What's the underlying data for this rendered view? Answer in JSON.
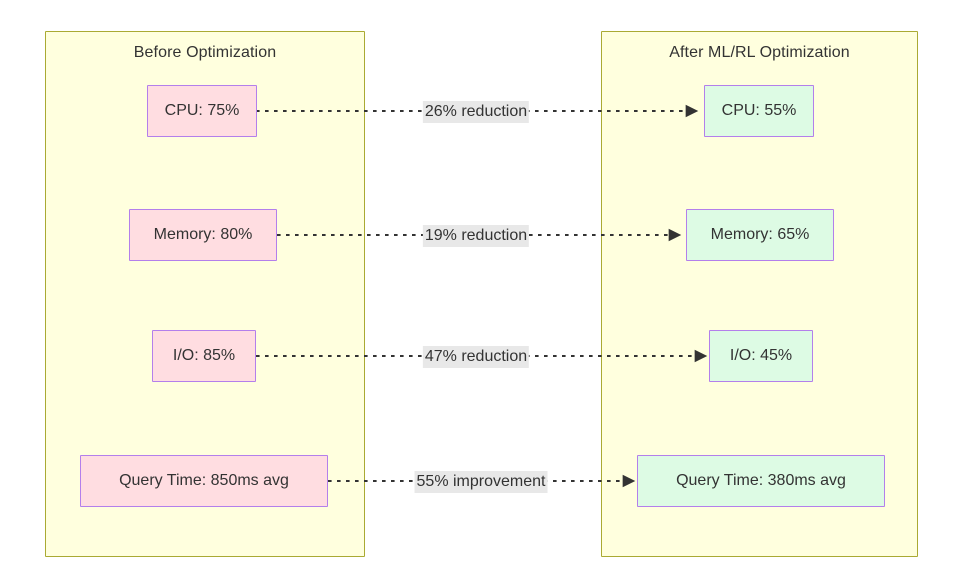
{
  "diagram": {
    "type": "flowchart",
    "direction": "left-to-right",
    "groups": [
      {
        "id": "before",
        "title": "Before Optimization",
        "fill": "#ffffde",
        "border": "#aaaa33"
      },
      {
        "id": "after",
        "title": "After ML/RL Optimization",
        "fill": "#ffffde",
        "border": "#aaaa33"
      }
    ],
    "node_styles": {
      "before_fill": "#ffdde1",
      "after_fill": "#ddfbe4",
      "node_border": "#b37feb",
      "text_color": "#333333",
      "edge_color": "#333333",
      "edge_label_bg": "#e8e8e8"
    },
    "rows": [
      {
        "id": "cpu",
        "source_label": "CPU: 75%",
        "edge_label": "26% reduction",
        "target_label": "CPU: 55%"
      },
      {
        "id": "memory",
        "source_label": "Memory: 80%",
        "edge_label": "19% reduction",
        "target_label": "Memory: 65%"
      },
      {
        "id": "io",
        "source_label": "I/O: 85%",
        "edge_label": "47% reduction",
        "target_label": "I/O: 45%"
      },
      {
        "id": "query-time",
        "source_label": "Query Time: 850ms avg",
        "edge_label": "55% improvement",
        "target_label": "Query Time: 380ms avg"
      }
    ]
  }
}
